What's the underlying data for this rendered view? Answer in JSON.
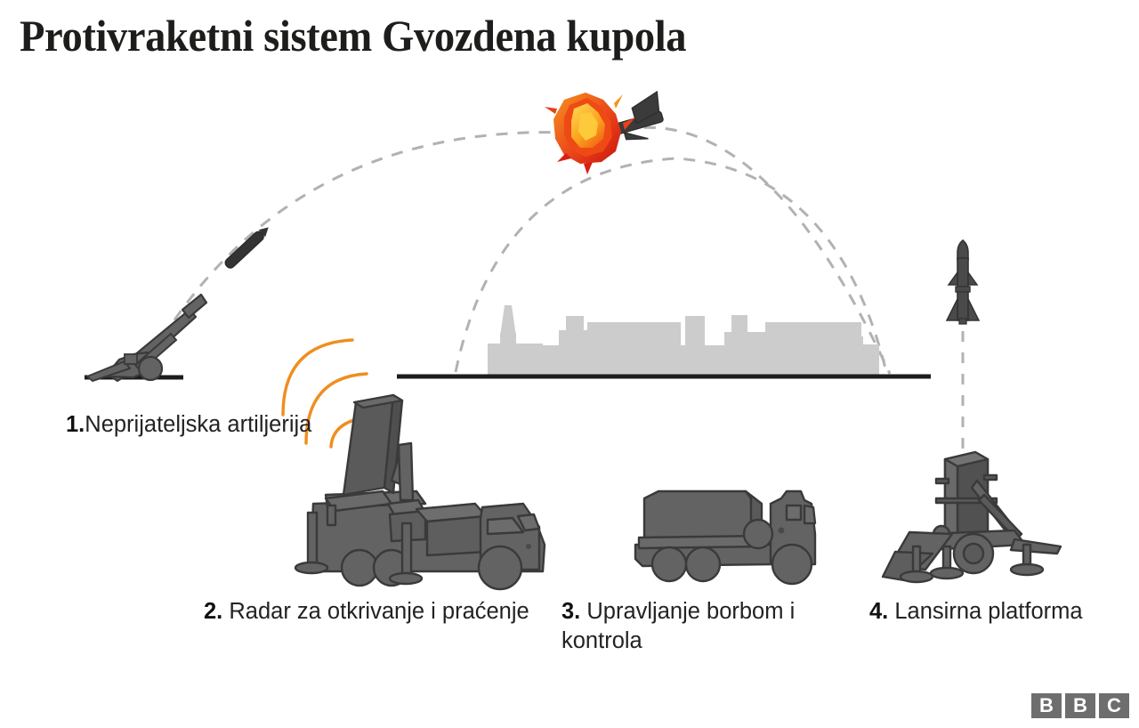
{
  "title": "Protivraketni sistem Gvozdena kupola",
  "steps": [
    {
      "id": "enemy-artillery",
      "number": "1.",
      "label": "Neprijateljska artiljerija",
      "separator": ""
    },
    {
      "id": "detection-radar",
      "number": "2.",
      "label": "Radar za otkrivanje i praćenje",
      "separator": " "
    },
    {
      "id": "battle-management",
      "number": "3.",
      "label": "Upravljanje borbom i kontrola",
      "separator": " "
    },
    {
      "id": "launcher",
      "number": "4.",
      "label": "Lansirna platforma",
      "separator": " "
    }
  ],
  "logo": {
    "name": "bbc-logo",
    "letters": [
      "B",
      "B",
      "C"
    ]
  },
  "scene": {
    "graphic_elements": [
      "enemy-artillery-howitzer",
      "incoming-rocket",
      "incoming-trajectory-arc",
      "explosion-intercept",
      "interceptor-trajectory-arc",
      "interceptor-missile",
      "radar-truck",
      "radar-waves",
      "command-control-truck",
      "launcher-platform",
      "city-skyline",
      "ground-line"
    ]
  },
  "colors": {
    "background": "#ffffff",
    "text": "#222222",
    "title": "#1d1d1b",
    "vehicle_fill": "#636363",
    "vehicle_stroke": "#3a3a3a",
    "vehicle_dark": "#4f4f4f",
    "skyline": "#cccccc",
    "ground": "#1d1d1b",
    "trajectory_dash": "#b2b2b2",
    "radar_wave": "#ef8e1f",
    "explosion_outer": "#d81f12",
    "explosion_mid": "#f4601d",
    "explosion_inner": "#fbb316",
    "projectile": "#333333",
    "logo_block": "#6e6e6e",
    "logo_letter": "#ffffff"
  }
}
